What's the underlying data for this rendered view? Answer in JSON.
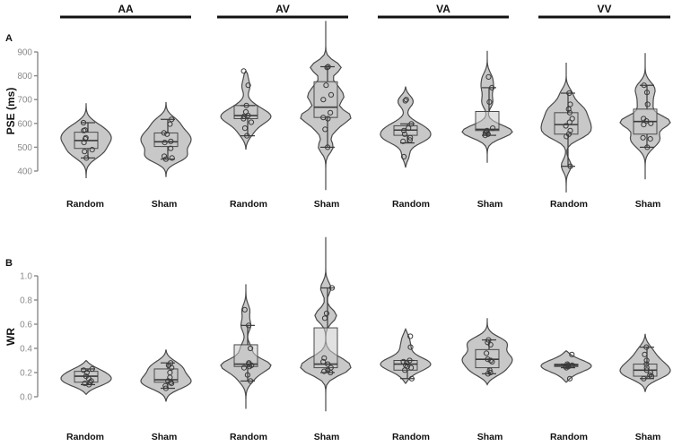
{
  "chart_data": {
    "type": "violin",
    "groups": [
      "AA",
      "AV",
      "VA",
      "VV"
    ],
    "conditions": [
      "Random",
      "Sham"
    ],
    "panels": [
      {
        "letter": "A",
        "ylabel": "PSE (ms)",
        "ylim": [
          400,
          900
        ],
        "yticks": [
          400,
          500,
          600,
          700,
          800,
          900
        ],
        "series": [
          {
            "group": "AA",
            "condition": "Random",
            "min": 455,
            "q1": 495,
            "median": 528,
            "q3": 563,
            "max": 603,
            "violin_range": [
              370,
              685
            ],
            "points": [
              603,
              572,
              570,
              540,
              535,
              520,
              490,
              482,
              455
            ]
          },
          {
            "group": "AA",
            "condition": "Sham",
            "min": 450,
            "q1": 503,
            "median": 523,
            "q3": 560,
            "max": 617,
            "violin_range": [
              375,
              690
            ],
            "points": [
              617,
              597,
              560,
              555,
              525,
              520,
              495,
              462,
              455,
              450
            ]
          },
          {
            "group": "AV",
            "condition": "Random",
            "min": 548,
            "q1": 620,
            "median": 633,
            "q3": 675,
            "max": 675,
            "violin_range": [
              490,
              820
            ],
            "points": [
              820,
              760,
              675,
              648,
              633,
              630,
              620,
              605,
              580,
              548
            ]
          },
          {
            "group": "AV",
            "condition": "Sham",
            "min": 500,
            "q1": 625,
            "median": 668,
            "q3": 775,
            "max": 838,
            "violin_range": [
              320,
              1030
            ],
            "points": [
              838,
              835,
              760,
              720,
              700,
              645,
              625,
              620,
              575,
              500
            ]
          },
          {
            "group": "VA",
            "condition": "Random",
            "min": 518,
            "q1": 550,
            "median": 572,
            "q3": 590,
            "max": 598,
            "violin_range": [
              415,
              755
            ],
            "points": [
              700,
              695,
              598,
              580,
              570,
              555,
              540,
              530,
              525,
              460
            ]
          },
          {
            "group": "VA",
            "condition": "Sham",
            "min": 550,
            "q1": 570,
            "median": 575,
            "q3": 650,
            "max": 750,
            "violin_range": [
              435,
              905
            ],
            "points": [
              795,
              750,
              690,
              580,
              570,
              565,
              560,
              555,
              550
            ]
          },
          {
            "group": "VV",
            "condition": "Random",
            "min": 420,
            "q1": 555,
            "median": 595,
            "q3": 645,
            "max": 727,
            "violin_range": [
              310,
              855
            ],
            "points": [
              727,
              680,
              660,
              645,
              620,
              605,
              590,
              570,
              555,
              545,
              420
            ]
          },
          {
            "group": "VV",
            "condition": "Sham",
            "min": 500,
            "q1": 555,
            "median": 608,
            "q3": 660,
            "max": 760,
            "violin_range": [
              365,
              895
            ],
            "points": [
              760,
              730,
              680,
              620,
              610,
              600,
              595,
              540,
              535,
              500
            ]
          }
        ]
      },
      {
        "letter": "B",
        "ylabel": "WR",
        "ylim": [
          0.0,
          1.0
        ],
        "yticks": [
          "0.0",
          "0.2",
          "0.4",
          "0.6",
          "0.8",
          "1.0"
        ],
        "series": [
          {
            "group": "AA",
            "condition": "Random",
            "min": 0.1,
            "q1": 0.12,
            "median": 0.17,
            "q3": 0.21,
            "max": 0.23,
            "violin_range": [
              0.02,
              0.3
            ],
            "points": [
              0.23,
              0.22,
              0.2,
              0.17,
              0.15,
              0.13,
              0.12,
              0.11,
              0.1
            ]
          },
          {
            "group": "AA",
            "condition": "Sham",
            "min": 0.07,
            "q1": 0.12,
            "median": 0.14,
            "q3": 0.23,
            "max": 0.28,
            "violin_range": [
              -0.04,
              0.39
            ],
            "points": [
              0.28,
              0.26,
              0.24,
              0.2,
              0.16,
              0.13,
              0.12,
              0.11,
              0.09,
              0.07
            ]
          },
          {
            "group": "AV",
            "condition": "Random",
            "min": 0.13,
            "q1": 0.25,
            "median": 0.27,
            "q3": 0.43,
            "max": 0.59,
            "violin_range": [
              -0.1,
              0.93
            ],
            "points": [
              0.72,
              0.59,
              0.4,
              0.28,
              0.27,
              0.26,
              0.25,
              0.24,
              0.18,
              0.13
            ]
          },
          {
            "group": "AV",
            "condition": "Sham",
            "min": 0.2,
            "q1": 0.24,
            "median": 0.27,
            "q3": 0.57,
            "max": 0.9,
            "violin_range": [
              -0.12,
              1.32
            ],
            "points": [
              0.9,
              0.69,
              0.65,
              0.32,
              0.29,
              0.27,
              0.24,
              0.22,
              0.21,
              0.2
            ]
          },
          {
            "group": "VA",
            "condition": "Random",
            "min": 0.15,
            "q1": 0.22,
            "median": 0.27,
            "q3": 0.3,
            "max": 0.3,
            "violin_range": [
              0.11,
              0.56
            ],
            "points": [
              0.5,
              0.41,
              0.3,
              0.29,
              0.28,
              0.26,
              0.25,
              0.24,
              0.22,
              0.15
            ]
          },
          {
            "group": "VA",
            "condition": "Sham",
            "min": 0.19,
            "q1": 0.24,
            "median": 0.31,
            "q3": 0.39,
            "max": 0.47,
            "violin_range": [
              0.1,
              0.65
            ],
            "points": [
              0.47,
              0.45,
              0.43,
              0.36,
              0.31,
              0.3,
              0.29,
              0.22,
              0.2,
              0.19
            ]
          },
          {
            "group": "VV",
            "condition": "Random",
            "min": 0.24,
            "q1": 0.25,
            "median": 0.26,
            "q3": 0.27,
            "max": 0.27,
            "violin_range": [
              0.12,
              0.38
            ],
            "points": [
              0.35,
              0.27,
              0.26,
              0.26,
              0.25,
              0.25,
              0.24,
              0.15
            ]
          },
          {
            "group": "VV",
            "condition": "Sham",
            "min": 0.15,
            "q1": 0.17,
            "median": 0.22,
            "q3": 0.27,
            "max": 0.41,
            "violin_range": [
              0.04,
              0.52
            ],
            "points": [
              0.41,
              0.35,
              0.3,
              0.27,
              0.24,
              0.22,
              0.2,
              0.18,
              0.17,
              0.15
            ]
          }
        ]
      }
    ]
  }
}
